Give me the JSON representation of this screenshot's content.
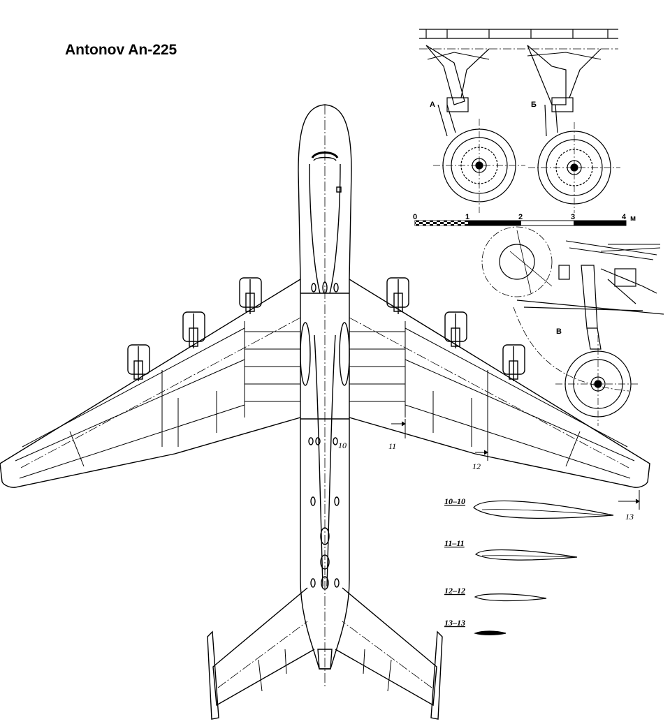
{
  "title": "Antonov An-225",
  "section_marks": [
    "10",
    "11",
    "12",
    "13"
  ],
  "section_views": [
    "10–10",
    "11–11",
    "12–12",
    "13–13"
  ],
  "gear_labels": [
    "А",
    "Б",
    "В"
  ],
  "scale_bar": {
    "ticks": [
      "0",
      "1",
      "2",
      "3",
      "4"
    ],
    "unit": "м"
  }
}
